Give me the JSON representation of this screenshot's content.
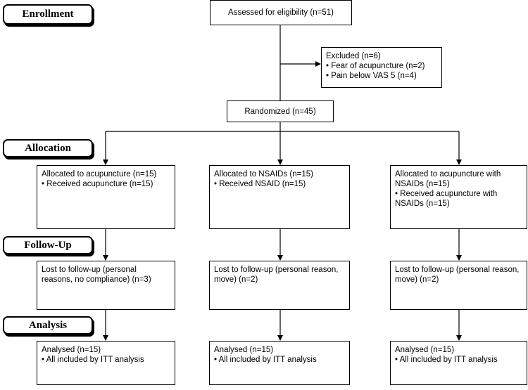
{
  "stages": {
    "enrollment": "Enrollment",
    "allocation": "Allocation",
    "follow_up": "Follow-Up",
    "analysis": "Analysis"
  },
  "assessed": "Assessed for eligibility (n=51)",
  "excluded": {
    "title": "Excluded (n=6)",
    "items": [
      "• Fear of acupuncture (n=2)",
      "• Pain below VAS 5 (n=4)"
    ]
  },
  "randomized": "Randomized (n=45)",
  "arms": [
    {
      "allocated_lines": [
        "Allocated to acupuncture  (n=15)",
        "• Received acupuncture  (n=15)"
      ],
      "lost_lines": [
        "Lost to follow-up  (personal",
        "reasons, no compliance) (n=3)"
      ],
      "analysed_lines": [
        "Analysed  (n=15)",
        "• All included by ITT analysis"
      ]
    },
    {
      "allocated_lines": [
        "Allocated to NSAIDs (n=15)",
        "• Received NSAID (n=15)"
      ],
      "lost_lines": [
        "Lost to follow-up (personal reason,",
        "move) (n=2)"
      ],
      "analysed_lines": [
        "Analysed  (n=15)",
        "• All included by ITT  analysis"
      ]
    },
    {
      "allocated_lines": [
        "Allocated to acupuncture  with",
        "NSAIDs (n=15)",
        "• Received acupuncture with",
        "NSAIDs (n=15)"
      ],
      "lost_lines": [
        "Lost to follow-up (personal reason,",
        "move) (n=2)"
      ],
      "analysed_lines": [
        "Analysed  (n=15)",
        "• All included by ITT  analysis"
      ]
    }
  ]
}
